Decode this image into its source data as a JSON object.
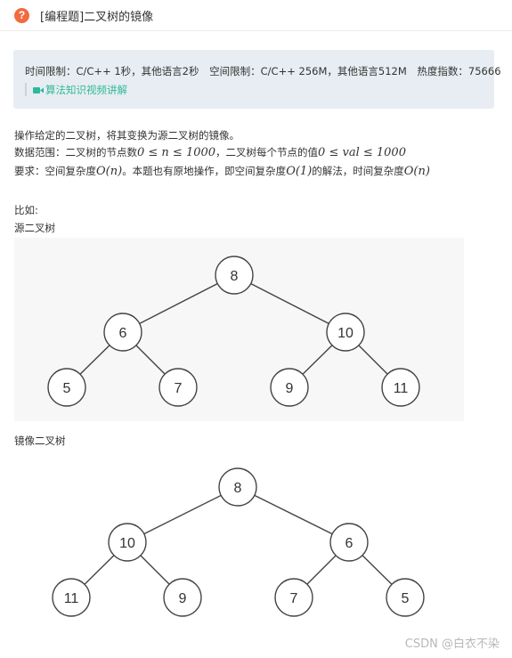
{
  "header": {
    "title": "[编程题]二叉树的镜像",
    "icon": "help-icon"
  },
  "limits": {
    "time": "时间限制：C/C++ 1秒，其他语言2秒",
    "memory": "空间限制：C/C++ 256M，其他语言512M",
    "heat": "热度指数：75666"
  },
  "video_link": "算法知识视频讲解",
  "description": {
    "line1": "操作给定的二叉树，将其变换为源二叉树的镜像。",
    "range_prefix": "数据范围：二叉树的节点数",
    "range_math1": "0 ≤ n ≤ 1000",
    "range_mid": "，二叉树每个节点的值",
    "range_math2": "0 ≤ val ≤ 1000",
    "req_prefix": "要求：空间复杂度",
    "req_math1": "O(n)",
    "req_mid": "。本题也有原地操作，即空间复杂度",
    "req_math2": "O(1)",
    "req_mid2": "的解法，时间复杂度",
    "req_math3": "O(n)"
  },
  "example": {
    "label": "比如:",
    "source_label": "源二叉树",
    "mirror_label": "镜像二叉树"
  },
  "source_tree": {
    "root": "8",
    "l": "6",
    "r": "10",
    "ll": "5",
    "lr": "7",
    "rl": "9",
    "rr": "11"
  },
  "mirror_tree": {
    "root": "8",
    "l": "10",
    "r": "6",
    "ll": "11",
    "lr": "9",
    "rl": "7",
    "rr": "5"
  },
  "watermark": "CSDN @白衣不染"
}
